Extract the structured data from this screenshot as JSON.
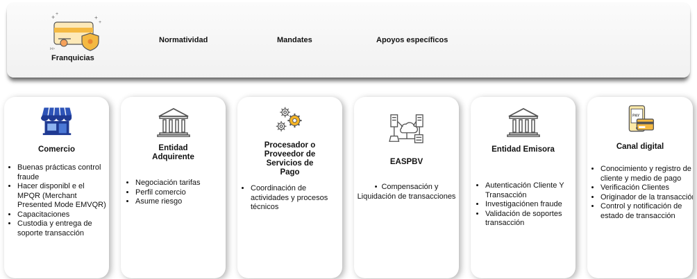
{
  "header": {
    "tabs": [
      {
        "label": "Franquicias"
      },
      {
        "label": "Normatividad"
      },
      {
        "label": "Mandates"
      },
      {
        "label": "Apoyos específicos"
      }
    ]
  },
  "colors": {
    "icon_blue": "#1f3a93",
    "icon_gray": "#555555",
    "icon_orange": "#f5a623",
    "accent_yellow": "#ffcc33"
  },
  "cards": [
    {
      "title": "Comercio",
      "icon": "store-icon",
      "items": [
        "Buenas prácticas control fraude",
        "Hacer disponibl e el MPQR (Merchant Presented Mode EMVQR)",
        "Capacitaciones",
        "Custodia y entrega de soporte transacción"
      ]
    },
    {
      "title": "Entidad Adquirente",
      "icon": "bank-icon",
      "items": [
        "Negociación tarifas",
        "Perfil comercio",
        "Asume riesgo"
      ]
    },
    {
      "title": "Procesador o Proveedor de Servicios de Pago",
      "icon": "gears-icon",
      "items": [
        "Coordinación de actividades y procesos técnicos"
      ]
    },
    {
      "title": "EASPBV",
      "icon": "cloud-network-icon",
      "items": [
        "Compensación y Liquidación de transacciones"
      ]
    },
    {
      "title": "Entidad Emisora",
      "icon": "bank-icon",
      "items": [
        "Autenticación Cliente Y Transacción",
        "Investigaciónen fraude",
        "Validación de soportes transacción"
      ]
    },
    {
      "title": "Canal digital",
      "icon": "phone-card-icon",
      "items": [
        "Conocimiento y registro de cliente y medio de pago",
        "Verificación Clientes",
        "Originador de la transacción",
        "Control y notificación de estado de transacción"
      ]
    }
  ]
}
